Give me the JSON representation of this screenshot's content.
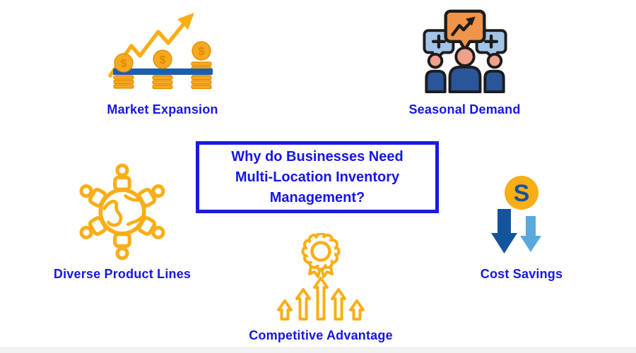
{
  "title_box": {
    "full_text": "Why do Businesses Need Multi-Location Inventory Management?",
    "lines": [
      "Why do Businesses Need",
      "Multi-Location Inventory",
      "Management?"
    ]
  },
  "items": [
    {
      "label": "Market Expansion",
      "icon": "growth-chart-coins-icon"
    },
    {
      "label": "Seasonal Demand",
      "icon": "people-speech-bubbles-icon"
    },
    {
      "label": "Diverse Product Lines",
      "icon": "globe-people-network-icon"
    },
    {
      "label": "Competitive Advantage",
      "icon": "award-rising-arrows-icon"
    },
    {
      "label": "Cost Savings",
      "icon": "dollar-coin-down-arrows-icon"
    }
  ],
  "symbols": {
    "coin_dollar": "$",
    "savings_coin_letter": "S"
  },
  "colors": {
    "gold": "#F9AE17",
    "coin": "#F5A91F",
    "coin_dark": "#E08900",
    "blue_text": "#1515E8",
    "border_blue": "#1A1AE0",
    "navy": "#14549C",
    "light_blue": "#5BA8DC",
    "bar_blue": "#1B5EAD",
    "body_blue": "#2A5598",
    "skin": "#F2A08C",
    "bubble_blue": "#A3C3E8",
    "bubble_orange": "#F0944A",
    "ink": "#1C1C1C"
  }
}
